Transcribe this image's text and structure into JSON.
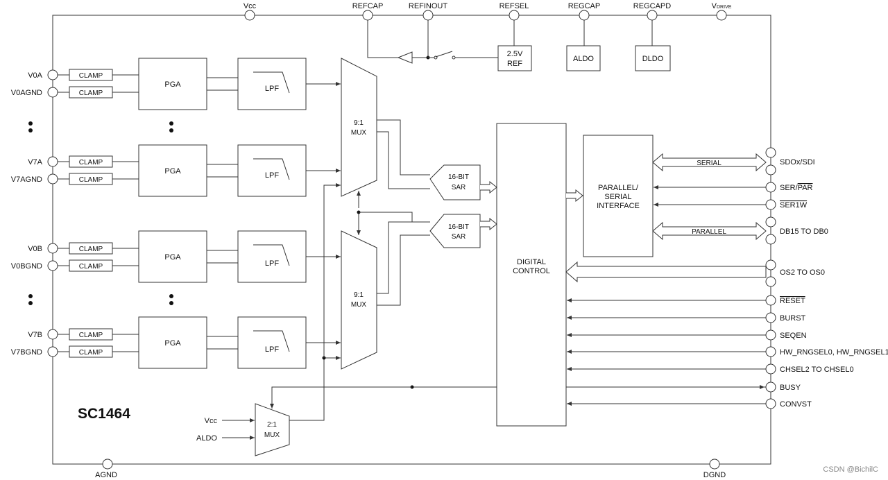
{
  "top_pins": {
    "vcc": "Vcc",
    "refcap": "REFCAP",
    "refinout": "REFINOUT",
    "refsel": "REFSEL",
    "regcap": "REGCAP",
    "regcapd": "REGCAPD",
    "vdrive_main": "V",
    "vdrive_sub": "DRIVE"
  },
  "bottom_pins": {
    "agnd": "AGND",
    "dgnd": "DGND"
  },
  "inputs": {
    "v0a": "V0A",
    "v0agnd": "V0AGND",
    "v7a": "V7A",
    "v7agnd": "V7AGND",
    "v0b": "V0B",
    "v0bgnd": "V0BGND",
    "v7b": "V7B",
    "v7bgnd": "V7BGND"
  },
  "blocks": {
    "clamp": "CLAMP",
    "pga": "PGA",
    "lpf": "LPF",
    "mux9_line1": "9:1",
    "mux9_line2": "MUX",
    "sar_line1": "16-BIT",
    "sar_line2": "SAR",
    "ref_line1": "2.5V",
    "ref_line2": "REF",
    "aldo": "ALDO",
    "dldo": "DLDO",
    "digital_line1": "DIGITAL",
    "digital_line2": "CONTROL",
    "interface_line1": "PARALLEL/",
    "interface_line2": "SERIAL",
    "interface_line3": "INTERFACE",
    "mux2_line1": "2:1",
    "mux2_line2": "MUX",
    "serial_bus": "SERIAL",
    "parallel_bus": "PARALLEL"
  },
  "mux2_inputs": {
    "vcc": "Vcc",
    "aldo": "ALDO"
  },
  "right_pins": {
    "sdox": "SDOx/SDI",
    "ser_par": "SER/",
    "ser_par_bar": "PAR",
    "ser1w": "SER1W",
    "db": "DB15 TO DB0",
    "os": "OS2 TO OS0",
    "reset": "RESET",
    "burst": "BURST",
    "seqen": "SEQEN",
    "hw_rngsel": "HW_RNGSEL0, HW_RNGSEL1",
    "chsel": "CHSEL2 TO CHSEL0",
    "busy": "BUSY",
    "convst": "CONVST"
  },
  "chip_name": "SC1464",
  "watermark": "CSDN @BichilC"
}
